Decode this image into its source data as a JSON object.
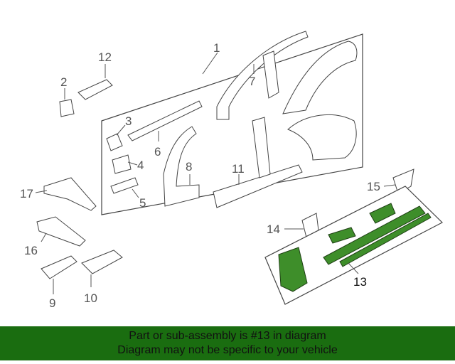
{
  "callouts": {
    "c1": "1",
    "c2": "2",
    "c3": "3",
    "c4": "4",
    "c5": "5",
    "c6": "6",
    "c7": "7",
    "c8": "8",
    "c9": "9",
    "c10": "10",
    "c11": "11",
    "c12": "12",
    "c13": "13",
    "c14": "14",
    "c15": "15",
    "c16": "16",
    "c17": "17"
  },
  "colors": {
    "highlight": "#3e8e2a",
    "banner": "#1a6d10"
  },
  "banner": {
    "line1": "Part or sub-assembly is #13 in diagram",
    "line2": "Diagram may not be specific to your vehicle"
  }
}
